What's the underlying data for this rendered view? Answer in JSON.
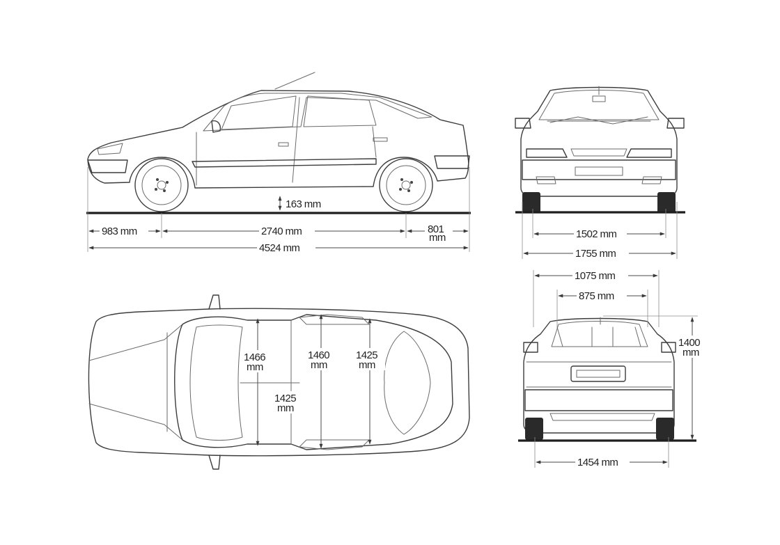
{
  "side_view": {
    "ground_clearance": "163 mm",
    "front_overhang": "983 mm",
    "wheelbase": "2740 mm",
    "rear_overhang_value": "801",
    "rear_overhang_unit": "mm",
    "overall_length": "4524 mm"
  },
  "front_view": {
    "front_track": "1502 mm",
    "overall_width": "1755 mm"
  },
  "top_view": {
    "front_elbow_width_value": "1466",
    "front_elbow_width_unit": "mm",
    "front_shoulder_width_value": "1425",
    "front_shoulder_width_unit": "mm",
    "rear_elbow_width_value": "1460",
    "rear_elbow_width_unit": "mm",
    "rear_shoulder_width_value": "1425",
    "rear_shoulder_width_unit": "mm"
  },
  "rear_view": {
    "roof_width": "1075 mm",
    "rear_window_width": "875 mm",
    "height_value": "1400",
    "height_unit": "mm",
    "rear_track": "1454 mm"
  }
}
